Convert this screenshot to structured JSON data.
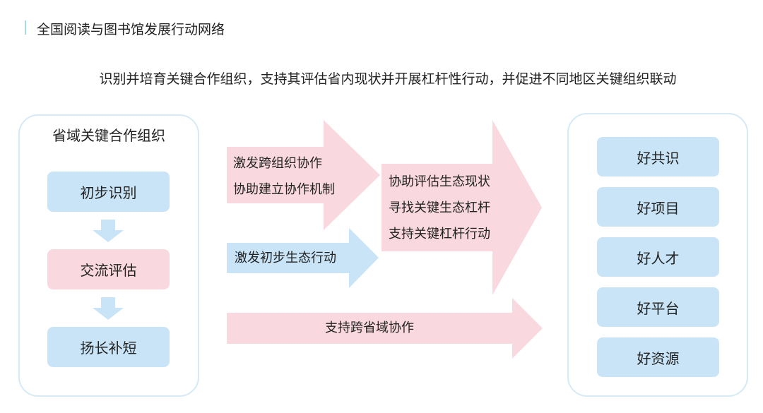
{
  "header": {
    "title": "全国阅读与图书馆发展行动网络"
  },
  "subtitle": "识别并培育关键合作组织，支持其评估省内现状并开展杠杆性行动，并促进不同地区关键组织联动",
  "left_panel": {
    "title": "省域关键合作组织",
    "steps": [
      "初步识别",
      "交流评估",
      "扬长补短"
    ]
  },
  "arrows": {
    "a1": [
      "激发跨组织协作",
      "协助建立协作机制"
    ],
    "a2": [
      "激发初步生态行动"
    ],
    "a3": [
      "协助评估生态现状",
      "寻找关键生态杠杆",
      "支持关键杠杆行动"
    ],
    "a4": [
      "支持跨省域协作"
    ]
  },
  "right_panel": {
    "items": [
      "好共识",
      "好项目",
      "好人才",
      "好平台",
      "好资源"
    ]
  },
  "colors": {
    "pink": "#f9d9df",
    "blue": "#c8e4f6",
    "border": "#d6eaf6"
  }
}
